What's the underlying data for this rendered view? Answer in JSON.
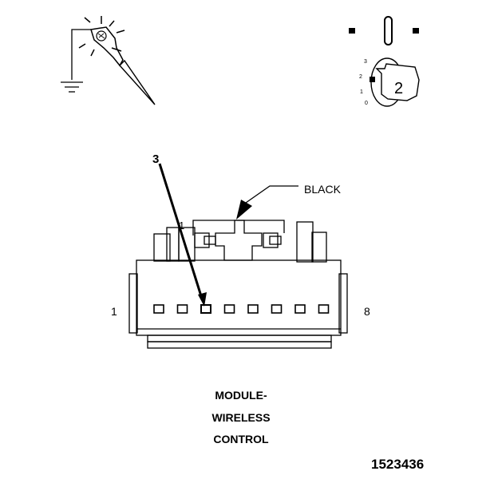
{
  "callout_number": "3",
  "connector_color_label": "BLACK",
  "pin_first_label": "1",
  "pin_last_label": "8",
  "latch_label": "1",
  "key_position_number": "2",
  "key_positions": [
    "3",
    "2",
    "1",
    "0"
  ],
  "component_title": [
    "MODULE-",
    "WIRELESS",
    "CONTROL"
  ],
  "figure_id": "1523436",
  "pin_count": 8,
  "highlighted_pin": 3
}
